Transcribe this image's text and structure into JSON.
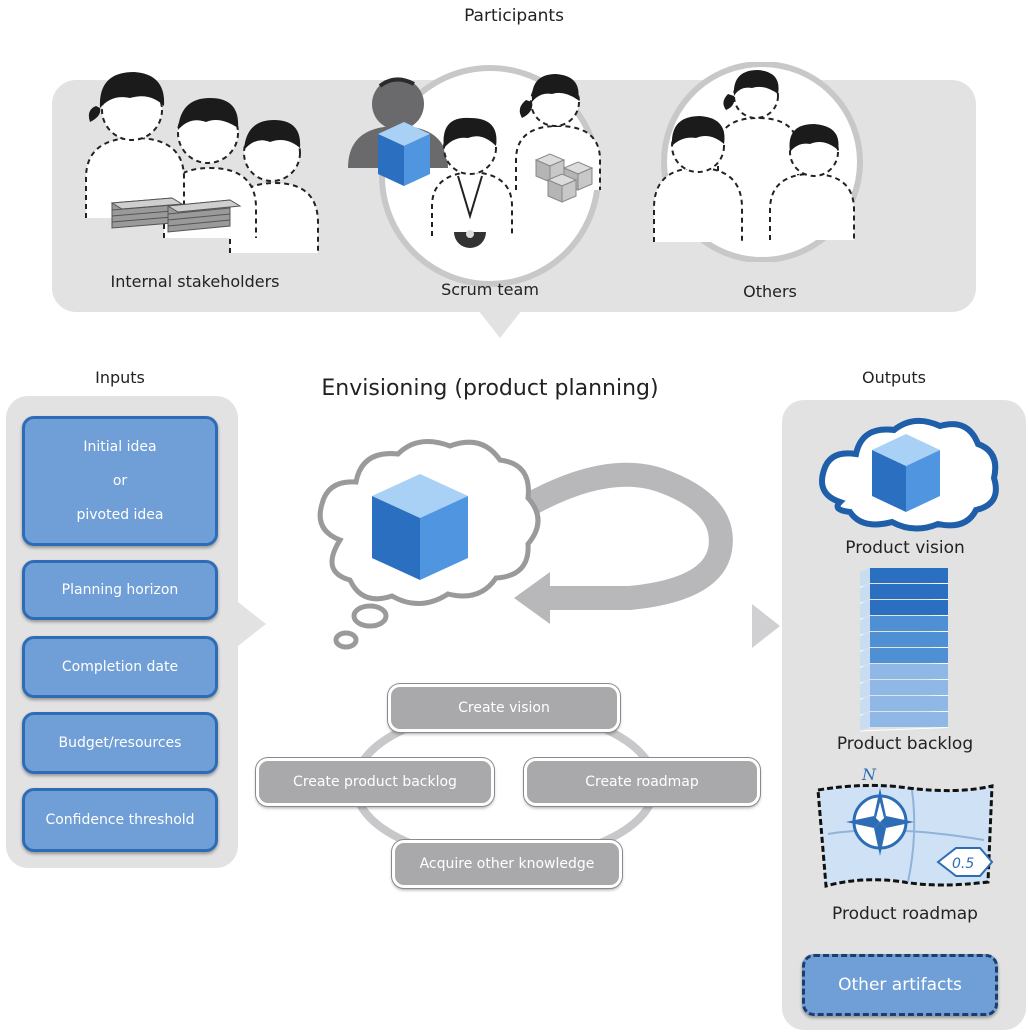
{
  "participants": {
    "title": "Participants",
    "groups": [
      {
        "label": "Internal stakeholders"
      },
      {
        "label": "Scrum team"
      },
      {
        "label": "Others"
      }
    ]
  },
  "inputs": {
    "title": "Inputs",
    "items": [
      {
        "line1": "Initial idea",
        "line2": "or",
        "line3": "pivoted idea"
      },
      {
        "label": "Planning horizon"
      },
      {
        "label": "Completion date"
      },
      {
        "label": "Budget/resources"
      },
      {
        "label": "Confidence threshold"
      }
    ]
  },
  "process": {
    "title": "Envisioning (product planning)",
    "activities": {
      "top": "Create vision",
      "left": "Create product backlog",
      "right": "Create roadmap",
      "bottom": "Acquire other knowledge"
    }
  },
  "outputs": {
    "title": "Outputs",
    "items": [
      {
        "label": "Product vision"
      },
      {
        "label": "Product backlog"
      },
      {
        "label": "Product roadmap",
        "compass_letter": "N",
        "version": "0.5"
      },
      {
        "label": "Other artifacts"
      }
    ]
  },
  "colors": {
    "panel": "#e2e2e3",
    "input_fill": "#6f9fd6",
    "input_border": "#2d6db5",
    "activity_fill": "#a9a9ab",
    "cube_blue": "#2f78c8"
  }
}
